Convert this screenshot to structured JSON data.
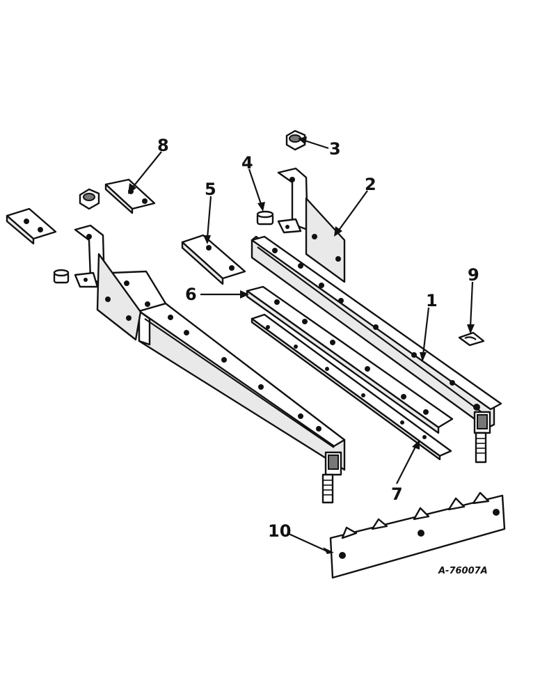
{
  "diagram": {
    "callouts": {
      "p1": "1",
      "p2": "2",
      "p3": "3",
      "p4": "4",
      "p5": "5",
      "p6": "6",
      "p7": "7",
      "p8": "8",
      "p9": "9",
      "p10": "10"
    },
    "drawing_number": "A-76007A"
  }
}
